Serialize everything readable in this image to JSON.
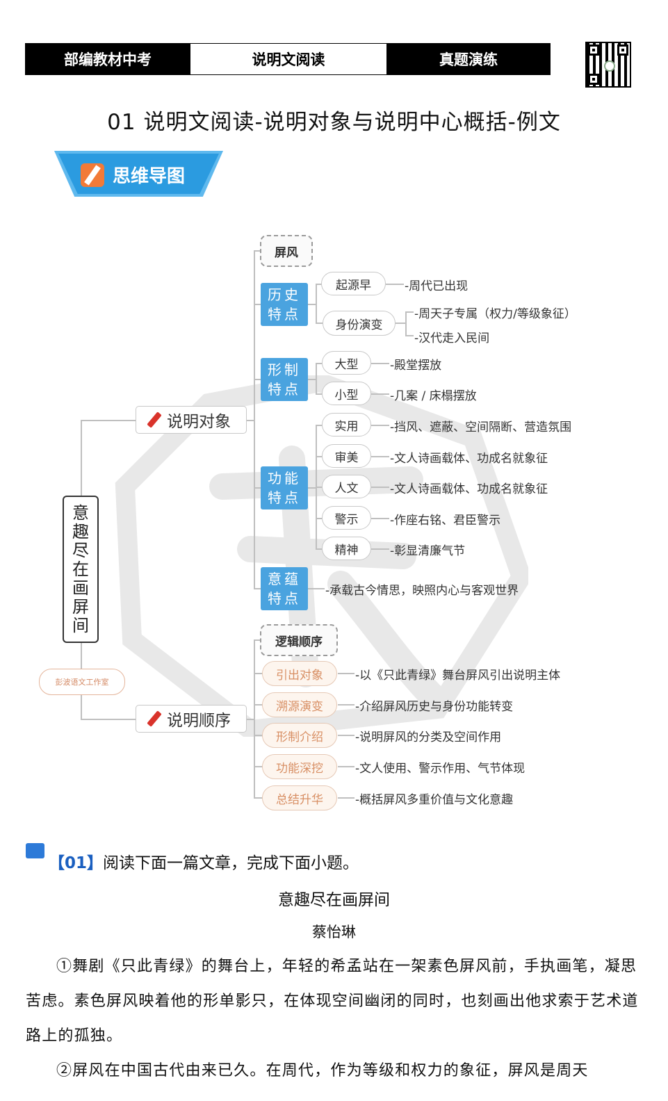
{
  "header": {
    "tab_left": "部编教材中考",
    "tab_center": "说明文阅读",
    "tab_right": "真题演练"
  },
  "title": "01 说明文阅读-说明对象与说明中心概括-例文",
  "banner_label": "思维导图",
  "mindmap": {
    "root": [
      "意",
      "趣",
      "尽",
      "在",
      "画",
      "屏",
      "间"
    ],
    "stamp": "彭波语文工作室",
    "branch1": {
      "label": "说明对象",
      "object": "屏风",
      "history": {
        "label_line1": "历史",
        "label_line2": "特点",
        "items": [
          {
            "label": "起源早",
            "leaves": [
              "-周代已出现"
            ]
          },
          {
            "label": "身份演变",
            "leaves": [
              "-周天子专属（权力/等级象征）",
              "-汉代走入民间"
            ]
          }
        ]
      },
      "shape": {
        "label_line1": "形制",
        "label_line2": "特点",
        "items": [
          {
            "label": "大型",
            "leaf": "-殿堂摆放"
          },
          {
            "label": "小型",
            "leaf": "-几案 / 床榻摆放"
          }
        ]
      },
      "function": {
        "label_line1": "功能",
        "label_line2": "特点",
        "items": [
          {
            "label": "实用",
            "leaf": "-挡风、遮蔽、空间隔断、营造氛围"
          },
          {
            "label": "审美",
            "leaf": "-文人诗画载体、功成名就象征"
          },
          {
            "label": "人文",
            "leaf": "-文人诗画载体、功成名就象征"
          },
          {
            "label": "警示",
            "leaf": "-作座右铭、君臣警示"
          },
          {
            "label": "精神",
            "leaf": "-彰显清廉气节"
          }
        ]
      },
      "meaning": {
        "label_line1": "意蕴",
        "label_line2": "特点",
        "leaf": "-承载古今情思，映照内心与客观世界"
      }
    },
    "branch2": {
      "label": "说明顺序",
      "order": "逻辑顺序",
      "items": [
        {
          "label": "引出对象",
          "leaf": "-以《只此青绿》舞台屏风引出说明主体"
        },
        {
          "label": "溯源演变",
          "leaf": "-介绍屏风历史与身份功能转变"
        },
        {
          "label": "形制介绍",
          "leaf": "-说明屏风的分类及空间作用"
        },
        {
          "label": "功能深挖",
          "leaf": "-文人使用、警示作用、气节体现"
        },
        {
          "label": "总结升华",
          "leaf": "-概括屏风多重价值与文化意趣"
        }
      ]
    }
  },
  "question": {
    "number": "【01】",
    "prompt": "阅读下面一篇文章，完成下面小题。"
  },
  "article": {
    "title": "意趣尽在画屏间",
    "author": "蔡怡琳",
    "p1": "①舞剧《只此青绿》的舞台上，年轻的希孟站在一架素色屏风前，手执画笔，凝思苦虑。素色屏风映着他的形单影只，在体现空间幽闭的同时，也刻画出他求索于艺术道路上的孤独。",
    "p2": "②屏风在中国古代由来已久。在周代，作为等级和权力的象征，屏风是周天"
  },
  "colors": {
    "tab_dark": "#000000",
    "node_blue": "#4aa3df",
    "banner_blue": "#2b9be0",
    "pencil_red": "#d9332b",
    "warm_text": "#d88f64",
    "question_blue": "#1a5fc0"
  }
}
